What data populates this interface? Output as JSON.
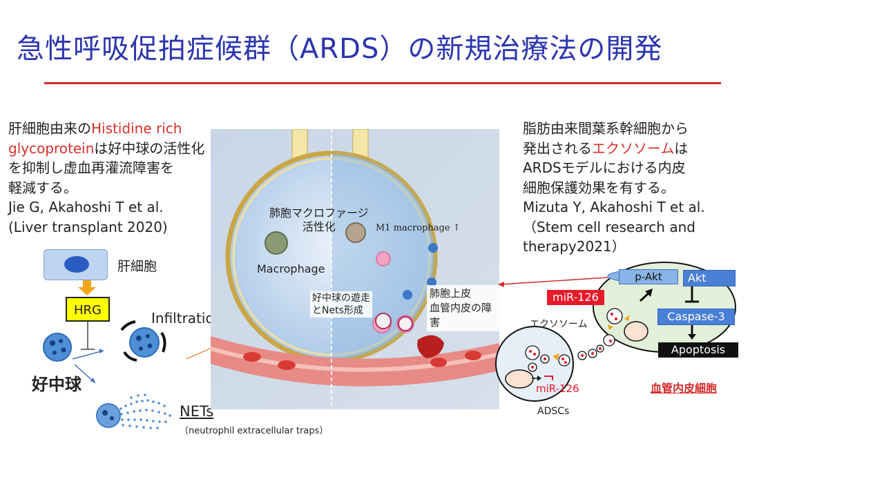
{
  "title": "急性呼吸促拍症候群（ARDS）の新規治療法の開発",
  "left_text": {
    "line1_prefix": "肝細胞由来の",
    "line1_red": "Histidine rich",
    "line2_red": "glycoprotein",
    "line2_suffix": "は好中球の活性化",
    "line3": "を抑制し虚血再灌流障害を",
    "line4": "軽減する。",
    "citation1": "Jie G, Akahoshi T et al.",
    "citation2": "(Liver transplant 2020)"
  },
  "right_text": {
    "line1": "脂肪由来間葉系幹細胞から",
    "line2_prefix": "発出される",
    "line2_red": "エクソソーム",
    "line2_suffix": "は",
    "line3": "ARDSモデルにおける内皮",
    "line4": "細胞保護効果を有する。",
    "citation1": "Mizuta Y, Akahoshi T et al.",
    "citation2": "（Stem cell research and",
    "citation3": "therapy2021）"
  },
  "left_diagram": {
    "hepatocyte_label": "肝細胞",
    "hrg_label": "HRG",
    "infiltration_label": "Infiltration",
    "neutrophil_label": "好中球",
    "nets_label": "NETs",
    "nets_desc": "（neutrophil extracellular traps）"
  },
  "center_diagram": {
    "macrophage_activation": "肺胞マクロファージ\n活性化",
    "macrophage_activation_l1": "肺胞マクロファージ",
    "macrophage_activation_l2": "活性化",
    "m1_label": "M1 macrophage ↑",
    "macrophage_label": "Macrophage",
    "neutrophil_migration_l1": "好中球の遊走",
    "neutrophil_migration_l2": "とNets形成",
    "epithelium_l1": "肺胞上皮",
    "epithelium_l2": "血管内皮の障害"
  },
  "right_diagram": {
    "p_akt": "p-Akt",
    "akt": "Akt",
    "mir126_box": "miR-126",
    "exosome_label": "エクソソーム",
    "caspase": "Caspase-3",
    "apoptosis": "Apoptosis",
    "mir126_small": "miR-126",
    "adscs": "ADSCs",
    "endothelial_label": "血管内皮細胞"
  },
  "colors": {
    "title": "#2b35b0",
    "accent_red": "#d8302c",
    "rule": "#d42a2a",
    "hrg_fill": "#ffff00",
    "blue_box": "#4a7fd6",
    "cell_green": "#e2efd9"
  }
}
